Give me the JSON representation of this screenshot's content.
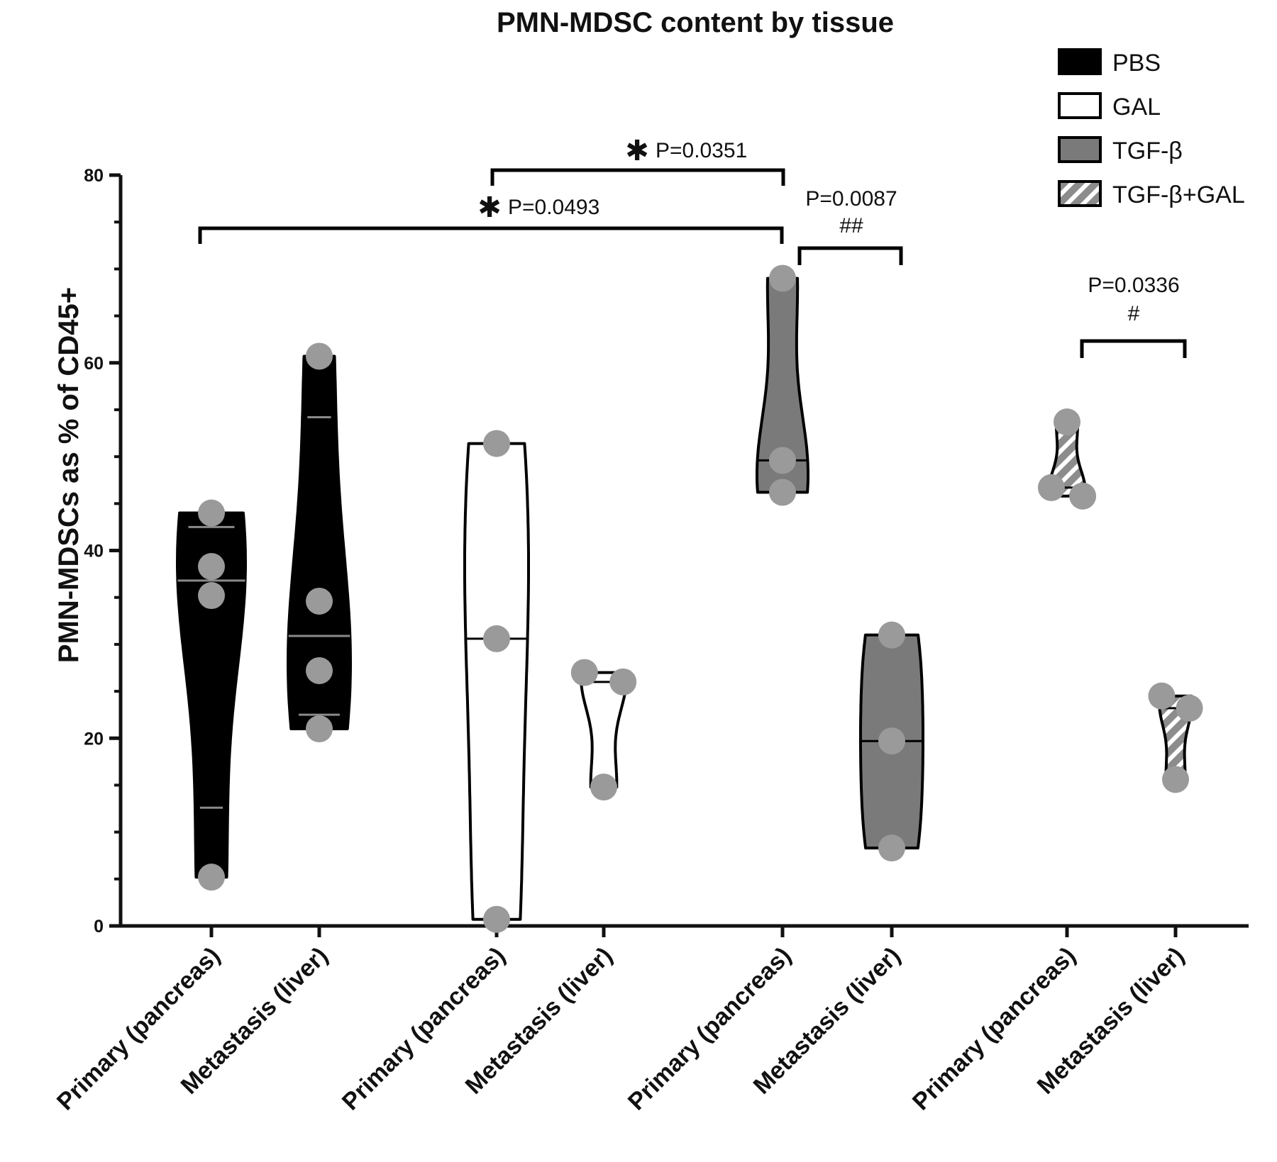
{
  "chart_data": {
    "type": "violin",
    "title": "PMN-MDSC content by tissue",
    "ylabel": "PMN-MDSCs as % of CD45+",
    "xlabel": "",
    "ylim": [
      0,
      80
    ],
    "yticks": [
      0,
      20,
      40,
      60,
      80
    ],
    "grid": false,
    "legend_position": "top-right",
    "categories": [
      "Primary (pancreas)",
      "Metastasis (liver)",
      "Primary (pancreas)",
      "Metastasis (liver)",
      "Primary (pancreas)",
      "Metastasis (liver)",
      "Primary (pancreas)",
      "Metastasis (liver)"
    ],
    "series": [
      {
        "name": "PBS",
        "fill": "#000000",
        "median_color": "#8a8a8a",
        "groups": [
          {
            "tissue": "Primary (pancreas)",
            "points": [
              44,
              38.3,
              35.2,
              5.2
            ],
            "min": 5.2,
            "max": 44,
            "median": 36.8,
            "q1": 12.6,
            "q3": 42.5
          },
          {
            "tissue": "Metastasis (liver)",
            "points": [
              60.7,
              34.6,
              27.2,
              21
            ],
            "min": 21,
            "max": 60.7,
            "median": 30.9,
            "q1": 22.5,
            "q3": 54.2
          }
        ]
      },
      {
        "name": "GAL",
        "fill": "#ffffff",
        "median_color": "#000000",
        "groups": [
          {
            "tissue": "Primary (pancreas)",
            "points": [
              51.4,
              30.6,
              0.7
            ],
            "min": 0.7,
            "max": 51.4,
            "median": 30.6
          },
          {
            "tissue": "Metastasis (liver)",
            "points": [
              27,
              26,
              14.8
            ],
            "min": 14.8,
            "max": 27,
            "median": 26
          }
        ]
      },
      {
        "name": "TGF-β",
        "fill": "#7a7a7a",
        "median_color": "#000000",
        "groups": [
          {
            "tissue": "Primary (pancreas)",
            "points": [
              69,
              49.6,
              46.2
            ],
            "min": 46.2,
            "max": 69,
            "median": 49.6
          },
          {
            "tissue": "Metastasis (liver)",
            "points": [
              31,
              19.7,
              8.3
            ],
            "min": 8.3,
            "max": 31,
            "median": 19.7
          }
        ]
      },
      {
        "name": "TGF-β+GAL",
        "fill": "hatched",
        "median_color": "#000000",
        "groups": [
          {
            "tissue": "Primary (pancreas)",
            "points": [
              53.7,
              46.7,
              45.8
            ],
            "min": 45.8,
            "max": 53.7,
            "median": 46.7
          },
          {
            "tissue": "Metastasis (liver)",
            "points": [
              24.5,
              23.2,
              15.6
            ],
            "min": 15.6,
            "max": 24.5,
            "median": 23.2
          }
        ]
      }
    ],
    "annotations": [
      {
        "star": "✱",
        "label": "P=0.0493",
        "between": [
          "PBS Primary (pancreas)",
          "TGF-β Primary (pancreas)"
        ]
      },
      {
        "star": "✱",
        "label": "P=0.0351",
        "between": [
          "GAL Primary (pancreas)",
          "TGF-β Primary (pancreas)"
        ]
      },
      {
        "label": "P=0.0087",
        "mark": "##",
        "between": [
          "TGF-β Primary (pancreas)",
          "TGF-β Metastasis (liver)"
        ]
      },
      {
        "label": "P=0.0336",
        "mark": "#",
        "between": [
          "TGF-β+GAL Primary (pancreas)",
          "TGF-β+GAL Metastasis (liver)"
        ]
      }
    ]
  },
  "colors": {
    "axis": "#111111",
    "point": "#9a9a9a",
    "tgf": "#7a7a7a",
    "hatch_bg": "#8c8c8c",
    "hatch_line": "#ffffff"
  }
}
